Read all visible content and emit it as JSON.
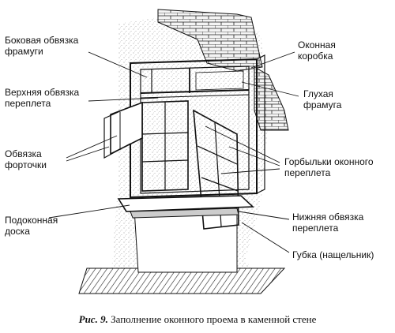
{
  "labels": {
    "side_frame_transom": [
      "Боковая обвязка",
      "фрамуги"
    ],
    "window_box": [
      "Оконная",
      "коробка"
    ],
    "top_sash_frame": [
      "Верхняя обвязка",
      "переплета"
    ],
    "fixed_transom": [
      "Глухая",
      "фрамуга"
    ],
    "vent_frame": [
      "Обвязка",
      "форточки"
    ],
    "sash_glazing_bars": [
      "Горбыльки оконного",
      "переплета"
    ],
    "window_sill_board": [
      "Подоконная",
      "доска"
    ],
    "bottom_sash_frame": [
      "Нижняя обвязка",
      "переплета"
    ],
    "drip_flashing": [
      "Губка (нащельник)"
    ]
  },
  "caption": {
    "figure_number": "Рис. 9.",
    "text": "Заполнение оконного проема  в каменной стене"
  },
  "colors": {
    "ink": "#111111",
    "wall_fill": "#e4e4e4",
    "brick_fill": "#d8d8d8"
  }
}
